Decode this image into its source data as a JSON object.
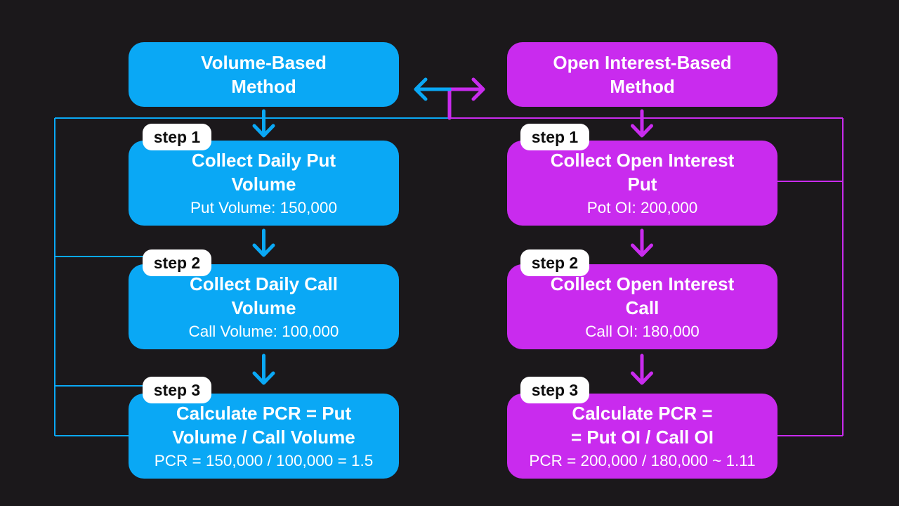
{
  "colors": {
    "background": "#1B181B",
    "blue": "#0AA8F5",
    "magenta": "#C92BEE",
    "text": "#FFFFFF",
    "badge_bg": "#FFFFFF",
    "badge_text": "#0D0D0D"
  },
  "diagram": {
    "left": {
      "theme": "blue",
      "header_lines": [
        "Volume-Based",
        "Method"
      ],
      "steps": [
        {
          "badge": "step 1",
          "title_lines": [
            "Collect Daily Put",
            "Volume"
          ],
          "detail": "Put Volume: 150,000"
        },
        {
          "badge": "step 2",
          "title_lines": [
            "Collect Daily Call",
            "Volume"
          ],
          "detail": "Call Volume: 100,000"
        },
        {
          "badge": "step 3",
          "title_lines": [
            "Calculate PCR = Put",
            "Volume / Call Volume"
          ],
          "detail": "PCR = 150,000 / 100,000 = 1.5"
        }
      ]
    },
    "right": {
      "theme": "magenta",
      "header_lines": [
        "Open Interest-Based",
        "Method"
      ],
      "steps": [
        {
          "badge": "step 1",
          "title_lines": [
            "Collect Open Interest",
            "Put"
          ],
          "detail": "Pot OI: 200,000"
        },
        {
          "badge": "step 2",
          "title_lines": [
            "Collect Open Interest",
            "Call"
          ],
          "detail": "Call OI: 180,000"
        },
        {
          "badge": "step 3",
          "title_lines": [
            "Calculate PCR =",
            "= Put OI / Call OI"
          ],
          "detail": "PCR = 200,000 / 180,000 ~ 1.11"
        }
      ]
    }
  }
}
